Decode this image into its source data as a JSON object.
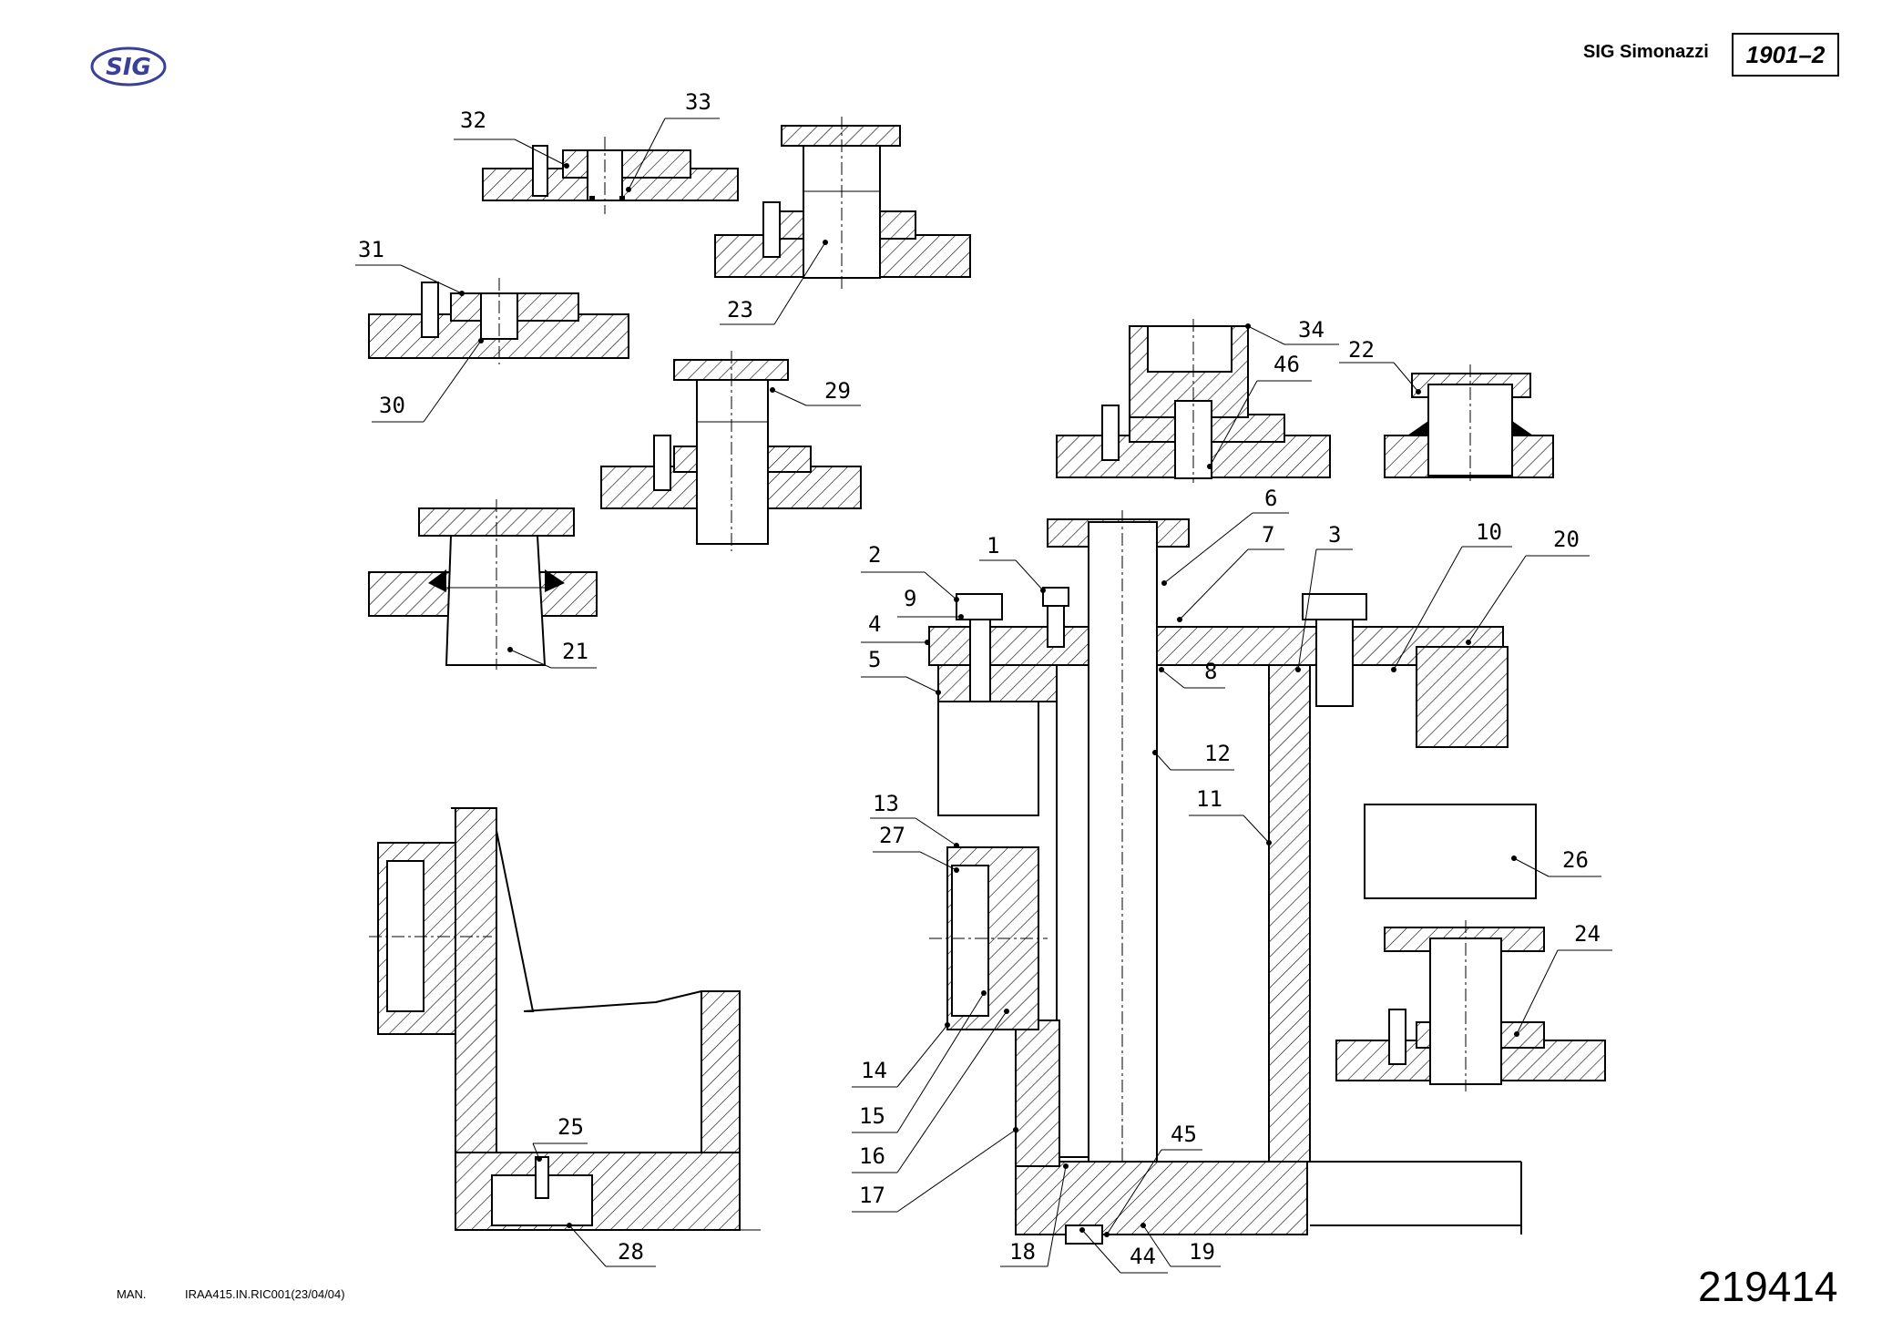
{
  "header": {
    "logo_text": "SIG",
    "company": "SIG Simonazzi",
    "doc_code": "1901–2"
  },
  "footer": {
    "man_label": "MAN.",
    "reference": "IRAA415.IN.RIC001(23/04/04)",
    "part_number": "219414"
  },
  "callouts": [
    "1",
    "2",
    "3",
    "4",
    "5",
    "6",
    "7",
    "8",
    "9",
    "10",
    "11",
    "12",
    "13",
    "14",
    "15",
    "16",
    "17",
    "18",
    "19",
    "20",
    "21",
    "22",
    "23",
    "24",
    "25",
    "26",
    "27",
    "28",
    "29",
    "30",
    "31",
    "32",
    "33",
    "34",
    "44",
    "45",
    "46"
  ]
}
